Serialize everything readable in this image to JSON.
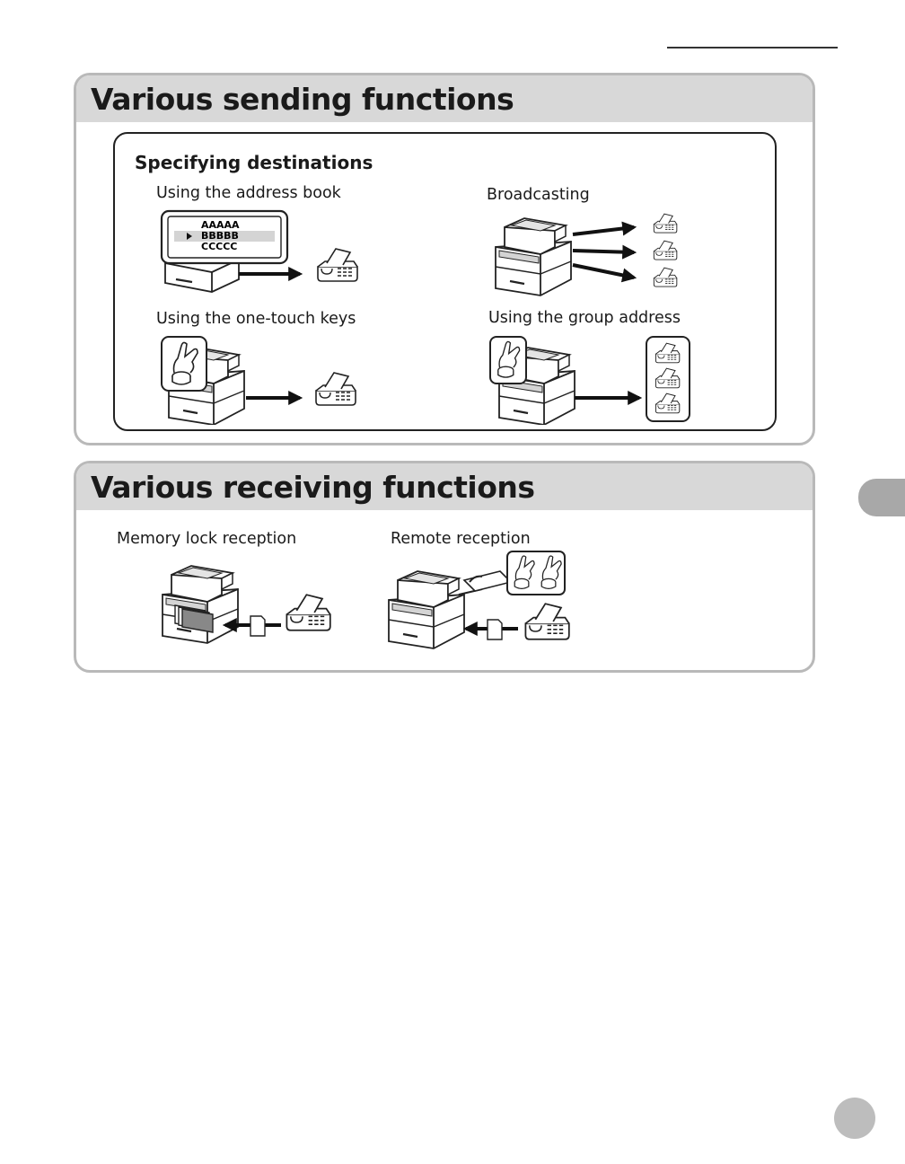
{
  "sending": {
    "title": "Various sending functions",
    "subtitle": "Specifying destinations",
    "address_book": {
      "caption": "Using the address book",
      "entries": [
        "AAAAA",
        "BBBBB",
        "CCCCC"
      ]
    },
    "broadcasting": {
      "caption": "Broadcasting"
    },
    "one_touch": {
      "caption": "Using the one-touch keys"
    },
    "group_address": {
      "caption": "Using the group address"
    }
  },
  "receiving": {
    "title": "Various receiving functions",
    "memory_lock": {
      "caption": "Memory lock reception"
    },
    "remote": {
      "caption": "Remote reception"
    }
  },
  "colors": {
    "panel_header_bg": "#d8d8d8",
    "panel_border": "#b9b9b9",
    "side_tab": "#a8a8a8",
    "page_circle": "#bdbdbd"
  }
}
